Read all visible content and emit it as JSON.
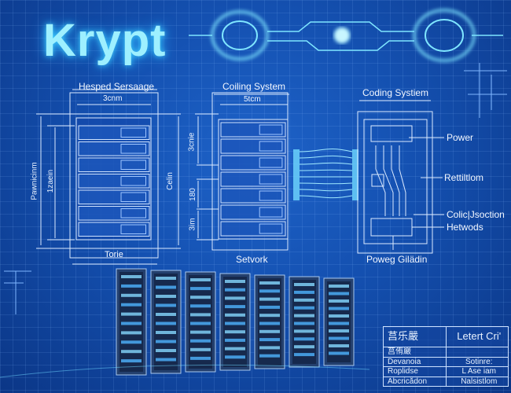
{
  "title": "Krypt",
  "rack1": {
    "label": "Hesped Sersaage",
    "width_dim": "3cnm",
    "height_outer": "Pawnicinm",
    "height_inner": "1zaein",
    "height_right": "Celin",
    "bottom_dim": "Torie"
  },
  "rack2": {
    "label": "Coiling System",
    "width_dim": "5tcm",
    "dim_top": "3cnie",
    "dim_mid": "180",
    "dim_bottom": "3im",
    "caption": "Setvork"
  },
  "rack3": {
    "label": "Coding Systiem",
    "callouts": [
      "Power",
      "Rettiltlom",
      "Colic|Jsoction",
      "Hetwods"
    ],
    "caption": "Poweg Gilädin"
  },
  "title_block": {
    "header": [
      "莒乐嚴",
      "Letert Cri'"
    ],
    "rows": [
      [
        "莒侑嚴",
        ""
      ],
      [
        "Devanoia",
        "Sotinre:"
      ],
      [
        "Roplidse",
        "L Ase iam"
      ],
      [
        "Abcricădon",
        "Nalsistlom"
      ]
    ]
  },
  "colors": {
    "accent": "#5fe0ff",
    "background": "#1450b0"
  }
}
